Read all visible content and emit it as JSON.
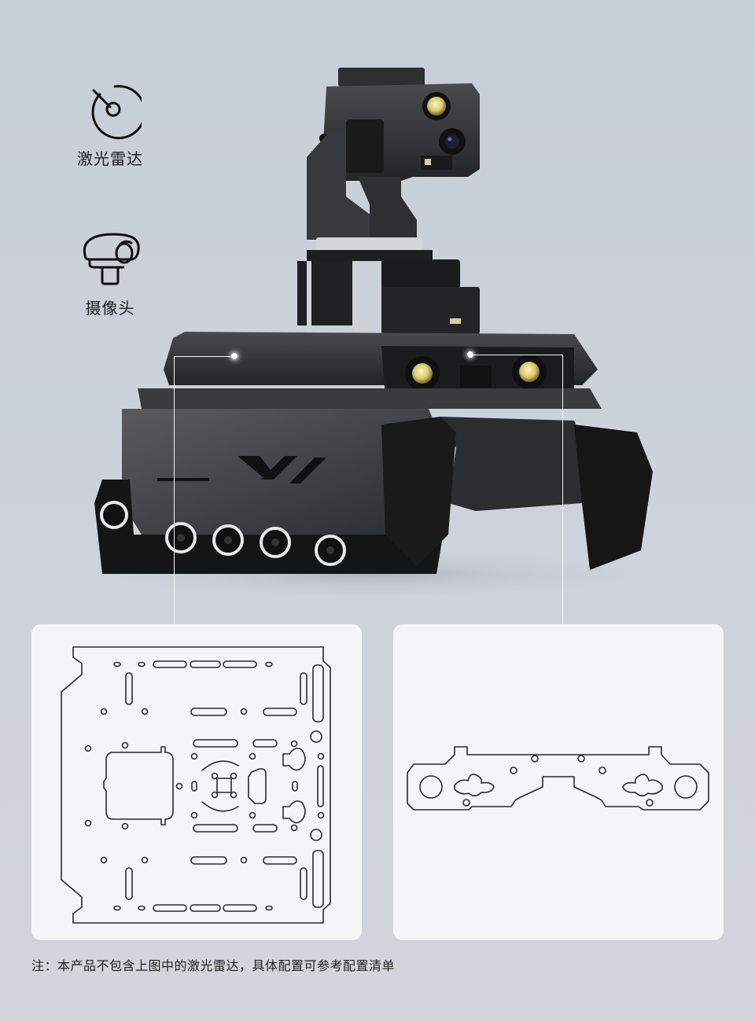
{
  "features": [
    {
      "icon": "lidar-icon",
      "label": "激光雷达"
    },
    {
      "icon": "camera-icon",
      "label": "摄像头"
    }
  ],
  "product": {
    "name": "tracked-robot-chassis",
    "parts_highlighted": [
      "chassis-top-plate",
      "front-bracket-plate"
    ]
  },
  "panels": [
    {
      "name": "chassis-top-plate-drawing"
    },
    {
      "name": "front-bracket-plate-drawing"
    }
  ],
  "note": "注：本产品不包含上图中的激光雷达，具体配置可参考配置清单",
  "colors": {
    "background_top": "#c8ced7",
    "background_bottom": "#d2d5db",
    "panel": "#f4f5f7",
    "line": "#2a2a2a",
    "robot_body": "#2b2c2e",
    "led": "#e8d88a"
  }
}
